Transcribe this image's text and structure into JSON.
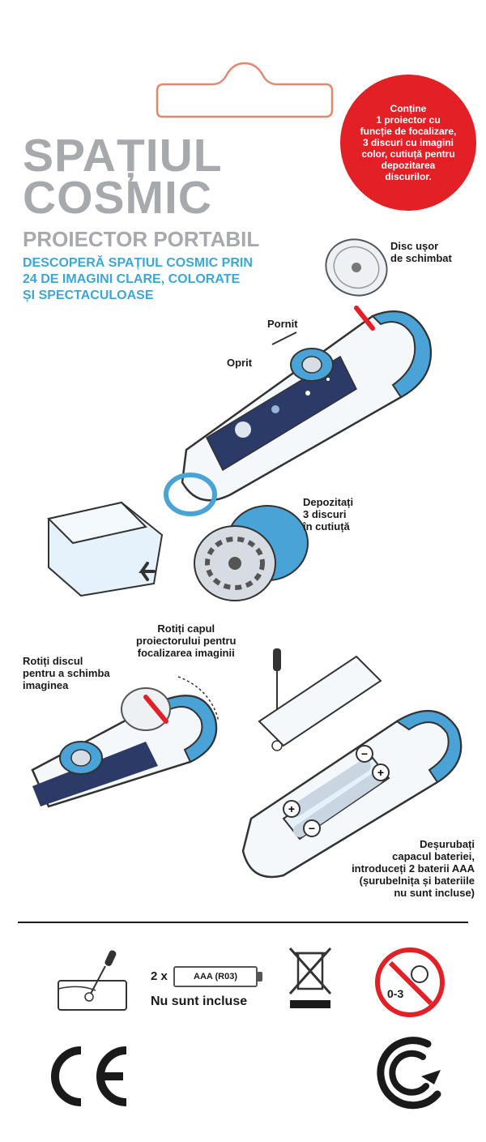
{
  "badge": {
    "text": "Conține\n1 proiector cu\nfuncție de focalizare,\n3 discuri cu imagini\ncolor, cutiuță pentru\ndepozitarea\ndiscurilor."
  },
  "title": {
    "line1": "SPAȚIUL",
    "line2": "COSMIC"
  },
  "subtitle": "PROIECTOR PORTABIL",
  "tagline": "DESCOPERĂ SPAȚIUL COSMIC PRIN\n24 DE IMAGINI CLARE, COLORATE\nȘI SPECTACULOASE",
  "callouts": {
    "disc": "Disc ușor\nde schimbat",
    "pornit": "Pornit",
    "oprit": "Oprit",
    "depozitati": "Depozitați\n3 discuri\nîn cutiuță",
    "rotiti_cap": "Rotiți capul\nproiectorului pentru\nfocalizarea imaginii",
    "rotiti_disc": "Rotiți discul\npentru a schimba\nimaginea",
    "desurubati": "Deșurubați\ncapacul bateriei,\nintroduceți 2 baterii AAA\n(șurubelnița și bateriile\nnu sunt incluse)"
  },
  "battery": {
    "prefix": "2 x",
    "cell_label": "AAA (R03)",
    "note": "Nu sunt incluse"
  },
  "age_warning": {
    "label": "0-3"
  },
  "colors": {
    "red": "#e22026",
    "blue": "#3aa7d6",
    "grey": "#a7a9ac",
    "ink": "#1a1a1a"
  },
  "icons": [
    "screwdriver-icon",
    "battery-icon",
    "weee-bin-icon",
    "age-warning-icon",
    "ce-mark-icon",
    "manufacturer-logo-icon"
  ]
}
